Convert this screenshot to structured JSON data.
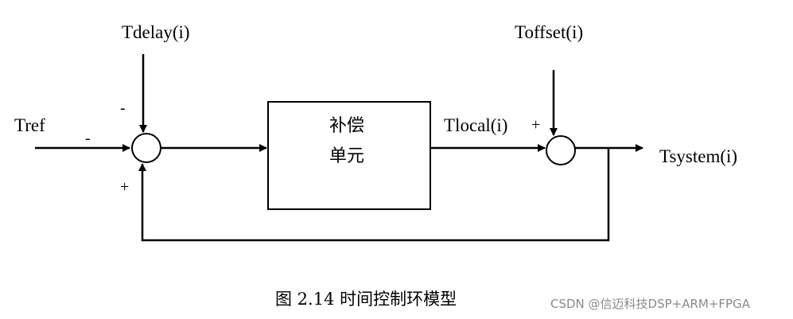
{
  "labels": {
    "tdelay": "Tdelay(i)",
    "toffset": "Toffset(i)",
    "tref": "Tref",
    "tlocal": "Tlocal(i)",
    "tsystem": "Tsystem(i)"
  },
  "signs": {
    "tdelay_sign": "-",
    "tref_sign": "-",
    "feedback_sign": "+",
    "toffset_sign": "+"
  },
  "block": {
    "line1": "补偿",
    "line2": "单元"
  },
  "caption": "图 2.14  时间控制环模型",
  "watermark": "CSDN @信迈科技DSP+ARM+FPGA"
}
